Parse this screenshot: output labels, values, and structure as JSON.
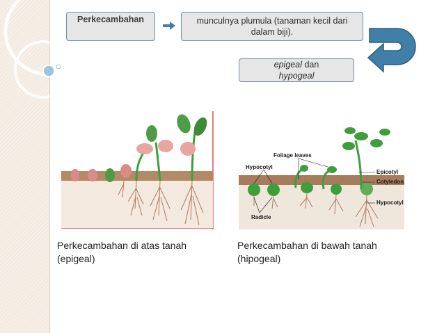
{
  "header": {
    "title": "Perkecambahan",
    "description": "munculnya plumula (tanaman kecil dari dalam biji).",
    "types_epigeal": "epigeal",
    "types_connector": " dan ",
    "types_hypogeal": "hypogeal"
  },
  "figures": {
    "hypogeal_labels": {
      "foliage_leaves": "Foliage leaves",
      "hypocotyl_left": "Hypocotyl",
      "epicotyl": "Epicotyl",
      "cotyledon": "Cotyledon",
      "hypocotyl_right": "Hypocotyl",
      "radicle": "Radicle"
    }
  },
  "captions": {
    "left_line1": "Perkecambahan di atas tanah",
    "left_line2": "(epigeal)",
    "right_line1": "Perkecambahan di bawah tanah",
    "right_line2": "(hipogeal)"
  },
  "colors": {
    "accent_blue": "#3f7fa8",
    "box_border": "#6b8fa5",
    "box_fill": "#e6e6e6",
    "soil": "#b48a66",
    "plant_green": "#3e9e3c"
  }
}
